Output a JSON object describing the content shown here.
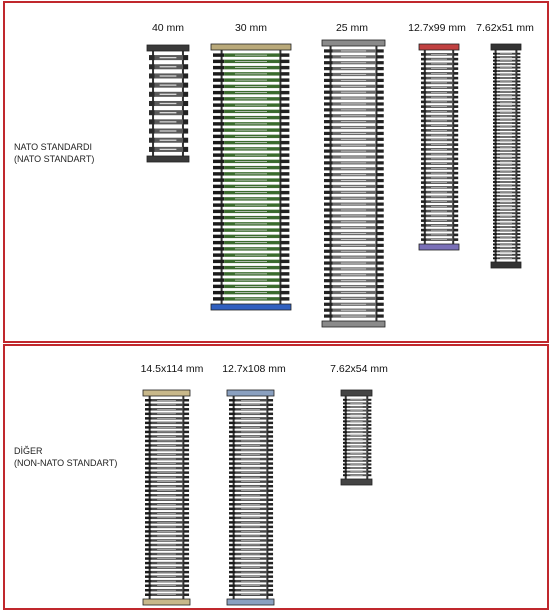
{
  "sections": [
    {
      "id": "nato",
      "label_line1": "NATO STANDARDI",
      "label_line2": "(NATO STANDART)",
      "belts": [
        {
          "caliber": "40 mm",
          "rounds": 11,
          "cap_color": "#3a3a3a",
          "case_color": "#5a5a5a",
          "tip_color": "#2a2a2a"
        },
        {
          "caliber": "30 mm",
          "rounds": 40,
          "cap_color": "#b9a97a",
          "bottom_color": "#3060c0",
          "case_color": "#3b6b2e",
          "tip_color": "#1a1a1a"
        },
        {
          "caliber": "25 mm",
          "rounds": 46,
          "cap_color": "#8a8a8a",
          "case_color": "#6c6c6c",
          "tip_color": "#222222"
        },
        {
          "caliber": "12.7x99 mm",
          "rounds": 40,
          "cap_color": "#c04040",
          "bottom_color": "#7a70b8",
          "case_color": "#555555",
          "tip_color": "#222222"
        },
        {
          "caliber": "7.62x51 mm",
          "rounds": 60,
          "cap_color": "#333333",
          "case_color": "#444444",
          "tip_color": "#1a1a1a"
        }
      ]
    },
    {
      "id": "other",
      "label_line1": "DİĞER",
      "label_line2": "(NON-NATO STANDART)",
      "belts": [
        {
          "caliber": "14.5x114 mm",
          "rounds": 44,
          "cap_color": "#c8b88a",
          "case_color": "#4a4a4a",
          "tip_color": "#1a1a1a"
        },
        {
          "caliber": "12.7x108 mm",
          "rounds": 44,
          "cap_color": "#8aa0c0",
          "case_color": "#4a4a4a",
          "tip_color": "#1a1a1a"
        },
        {
          "caliber": "7.62x54 mm",
          "rounds": 22,
          "cap_color": "#444444",
          "case_color": "#555555",
          "tip_color": "#1a1a1a"
        }
      ]
    }
  ]
}
